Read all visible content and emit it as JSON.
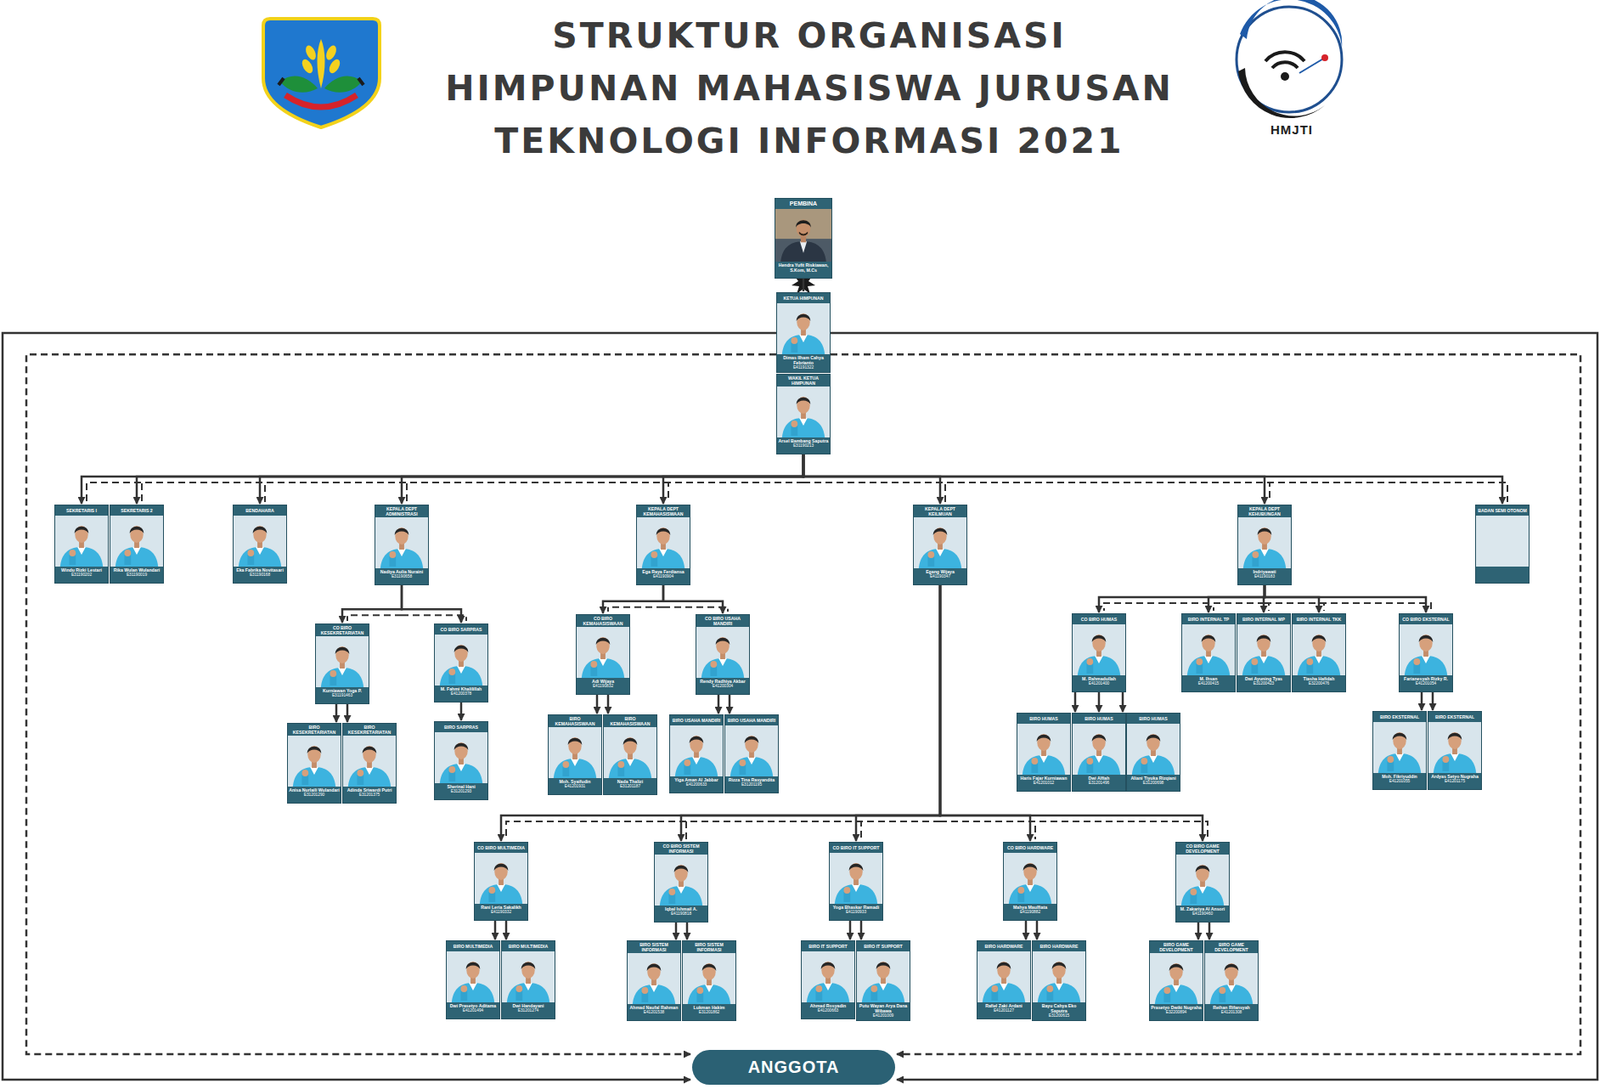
{
  "diagram": {
    "title": "STRUKTUR ORGANISASI HIMPUNAN MAHASISWA JURUSAN TEKNOLOGI INFORMASI 2021",
    "nodes": [
      {
        "text": [
          "PEMBINA",
          "Hendra Yufit Riskiawan, S.Kom, M.Cs"
        ]
      },
      {
        "text": [
          "KETUA HIMPUNAN",
          "Dimas Ilham Cahya Febrianto",
          "E41191322"
        ]
      },
      {
        "text": [
          "WAKIL KETUA HIMPUNAN",
          "Arsel Bambang Saputra",
          "E31190213"
        ]
      },
      {
        "text": [
          "SEKRETARIS I",
          "Windu Rizki Lestari",
          "E31190202"
        ]
      },
      {
        "text": [
          "SEKRETARIS 2",
          "Rika Wulan Wulandari",
          "E31190019"
        ]
      },
      {
        "text": [
          "BENDAHARA",
          "Eka Fabrika Novitasari",
          "E31190168"
        ]
      },
      {
        "text": [
          "KEPALA DEPT ADMINISTRASI",
          "Nadiya Aulia Nuraini",
          "E31190658"
        ]
      },
      {
        "text": [
          "KEPALA DEPT KEMAHASISWAAN",
          "Ega Raya Ferdiansa",
          "E41190904"
        ]
      },
      {
        "text": [
          "KEPALA DEPT KEILMUAN",
          "Egang Wijaya",
          "E41190347"
        ]
      },
      {
        "text": [
          "KEPALA DEPT KEHUBUNGAN",
          "Indriyawati",
          "E41190183"
        ]
      },
      {
        "text": [
          "BADAN SEMI OTONOM"
        ]
      },
      {
        "text": [
          "CO BIRO KESEKRETARIATAN",
          "Kurniawan Yoga P.",
          "E31191463"
        ]
      },
      {
        "text": [
          "CO BIRO SARPRAS",
          "M. Fahmi Khalilillah",
          "E41200378"
        ]
      },
      {
        "text": [
          "CO BIRO KEMAHASISWAAN",
          "Adi Wijaya",
          "E41190832"
        ]
      },
      {
        "text": [
          "CO BIRO USAHA MANDIRI",
          "Rendy Radhiya Akbar",
          "E41200304"
        ]
      },
      {
        "text": [
          "CO BIRO HUMAS",
          "M. Rahmadullah",
          "E41201400"
        ]
      },
      {
        "text": [
          "BIRO INTERNAL TP",
          "M. Ihsan",
          "E41200415"
        ]
      },
      {
        "text": [
          "BIRO INTERNAL MP",
          "Dwi Ayuning Tyas",
          "E31200423"
        ]
      },
      {
        "text": [
          "BIRO INTERNAL TKK",
          "Tiasha Hafidah",
          "E32200476"
        ]
      },
      {
        "text": [
          "CO BIRO EKSTERNAL",
          "Farianesyah Rizky R.",
          "E41201054"
        ]
      },
      {
        "text": [
          "BIRO KESEKRETARIATAN",
          "Anisa Nurlaili Wulandari",
          "E31201290"
        ]
      },
      {
        "text": [
          "BIRO KESEKRETARIATAN",
          "Adinda Sriwardi Putri",
          "E31201375"
        ]
      },
      {
        "text": [
          "BIRO SARPRAS",
          "Sherinal Hani",
          "E31201293"
        ]
      },
      {
        "text": [
          "BIRO KEMAHASISWAAN",
          "Moh. Syaifudin",
          "E41201931"
        ]
      },
      {
        "text": [
          "BIRO KEMAHASISWAAN",
          "Nada Thalizi",
          "E31201187"
        ]
      },
      {
        "text": [
          "BIRO USAHA MANDIRI",
          "Yiga Aman Al Jabbar",
          "E41200633"
        ]
      },
      {
        "text": [
          "BIRO USAHA MANDIRI",
          "Rizza Tina Rasyandita",
          "E31201195"
        ]
      },
      {
        "text": [
          "BIRO HUMAS",
          "Haris Fajar Kurniawan",
          "E41201012"
        ]
      },
      {
        "text": [
          "BIRO HUMAS",
          "Dwi Alfiah",
          "E31201496"
        ]
      },
      {
        "text": [
          "BIRO HUMAS",
          "Aliani Tiyuka Rizqiani",
          "E31200698"
        ]
      },
      {
        "text": [
          "BIRO EKSTERNAL",
          "Moh. Fikriyuddin",
          "E41201055"
        ]
      },
      {
        "text": [
          "BIRO EKSTERNAL",
          "Ardyas Setyo Nugraha",
          "E41201175"
        ]
      },
      {
        "text": [
          "CO BIRO MULTIMEDIA",
          "Rani Leria Sakalikh",
          "E41190332"
        ]
      },
      {
        "text": [
          "CO BIRO SISTEM INFORMASI",
          "Iqbal Ishmail A.",
          "E41190818"
        ]
      },
      {
        "text": [
          "CO BIRO IT SUPPORT",
          "Yoga Bhaskar Ramadi",
          "E41190933"
        ]
      },
      {
        "text": [
          "CO BIRO HARDWARE",
          "Mahya Maulfiata",
          "E41190882"
        ]
      },
      {
        "text": [
          "CO BIRO GAME DEVELOPMENT",
          "M. Zakariya Al Ansori",
          "E41190460"
        ]
      },
      {
        "text": [
          "BIRO MULTIMEDIA",
          "Dwi Prasetyo Aditama",
          "E41201494"
        ]
      },
      {
        "text": [
          "BIRO MULTIMEDIA",
          "Dwi Handayani",
          "E31201274"
        ]
      },
      {
        "text": [
          "BIRO SISTEM INFORMASI",
          "Ahmad Naufal Rahman",
          "E41201538"
        ]
      },
      {
        "text": [
          "BIRO SISTEM INFORMASI",
          "Lukman Hakim",
          "E31201862"
        ]
      },
      {
        "text": [
          "BIRO IT SUPPORT",
          "Ahmad Rosyadin",
          "E41200663"
        ]
      },
      {
        "text": [
          "BIRO IT SUPPORT",
          "Putu Wayan Arya Dana Wibawa",
          "E41201009"
        ]
      },
      {
        "text": [
          "BIRO HARDWARE",
          "Rafiel Zaki Ardani",
          "E41201127"
        ]
      },
      {
        "text": [
          "BIRO HARDWARE",
          "Bayu Cahya Eko Saputra",
          "E31200615"
        ]
      },
      {
        "text": [
          "BIRO GAME DEVELOPMENT",
          "Prasetyo Dwiki Nugraha",
          "E32200894"
        ]
      },
      {
        "text": [
          "BIRO GAME DEVELOPMENT",
          "Reihan Rifansyah",
          "E41201308"
        ]
      },
      {
        "text": [
          "ANGGOTA"
        ]
      }
    ],
    "edges": [
      {
        "from": 0,
        "to": 1,
        "arrow": "none"
      },
      {
        "from": 2,
        "to": 3,
        "arrow": "to"
      },
      {
        "from": 2,
        "to": 4,
        "arrow": "to"
      },
      {
        "from": 2,
        "to": 5,
        "arrow": "to"
      },
      {
        "from": 2,
        "to": 6,
        "arrow": "to"
      },
      {
        "from": 2,
        "to": 7,
        "arrow": "to"
      },
      {
        "from": 2,
        "to": 8,
        "arrow": "to"
      },
      {
        "from": 2,
        "to": 9,
        "arrow": "to"
      },
      {
        "from": 2,
        "to": 10,
        "arrow": "to"
      },
      {
        "from": 6,
        "to": 11,
        "arrow": "to"
      },
      {
        "from": 6,
        "to": 12,
        "arrow": "to"
      },
      {
        "from": 7,
        "to": 13,
        "arrow": "to"
      },
      {
        "from": 7,
        "to": 14,
        "arrow": "to"
      },
      {
        "from": 9,
        "to": 15,
        "arrow": "to"
      },
      {
        "from": 9,
        "to": 16,
        "arrow": "to"
      },
      {
        "from": 9,
        "to": 17,
        "arrow": "to"
      },
      {
        "from": 9,
        "to": 18,
        "arrow": "to"
      },
      {
        "from": 9,
        "to": 19,
        "arrow": "to"
      },
      {
        "from": 11,
        "to": 20,
        "arrow": "to"
      },
      {
        "from": 11,
        "to": 21,
        "arrow": "to"
      },
      {
        "from": 12,
        "to": 22,
        "arrow": "to"
      },
      {
        "from": 13,
        "to": 23,
        "arrow": "to"
      },
      {
        "from": 13,
        "to": 24,
        "arrow": "to"
      },
      {
        "from": 14,
        "to": 25,
        "arrow": "to"
      },
      {
        "from": 14,
        "to": 26,
        "arrow": "to"
      },
      {
        "from": 15,
        "to": 27,
        "arrow": "to"
      },
      {
        "from": 15,
        "to": 28,
        "arrow": "to"
      },
      {
        "from": 15,
        "to": 29,
        "arrow": "to"
      },
      {
        "from": 19,
        "to": 30,
        "arrow": "to"
      },
      {
        "from": 19,
        "to": 31,
        "arrow": "to"
      },
      {
        "from": 8,
        "to": 32,
        "arrow": "to"
      },
      {
        "from": 8,
        "to": 33,
        "arrow": "to"
      },
      {
        "from": 8,
        "to": 34,
        "arrow": "to"
      },
      {
        "from": 8,
        "to": 35,
        "arrow": "to"
      },
      {
        "from": 8,
        "to": 36,
        "arrow": "to"
      },
      {
        "from": 32,
        "to": 37,
        "arrow": "to"
      },
      {
        "from": 32,
        "to": 38,
        "arrow": "to"
      },
      {
        "from": 33,
        "to": 39,
        "arrow": "to"
      },
      {
        "from": 33,
        "to": 40,
        "arrow": "to"
      },
      {
        "from": 34,
        "to": 41,
        "arrow": "to"
      },
      {
        "from": 34,
        "to": 42,
        "arrow": "to"
      },
      {
        "from": 35,
        "to": 43,
        "arrow": "to"
      },
      {
        "from": 35,
        "to": 44,
        "arrow": "to"
      },
      {
        "from": 36,
        "to": 45,
        "arrow": "to"
      },
      {
        "from": 36,
        "to": 46,
        "arrow": "to"
      },
      {
        "from": 1,
        "to": 47,
        "arrow": "to"
      },
      {
        "from": 1,
        "to": 47,
        "arrow": "to"
      }
    ],
    "labels": [
      "HMJTI"
    ]
  }
}
